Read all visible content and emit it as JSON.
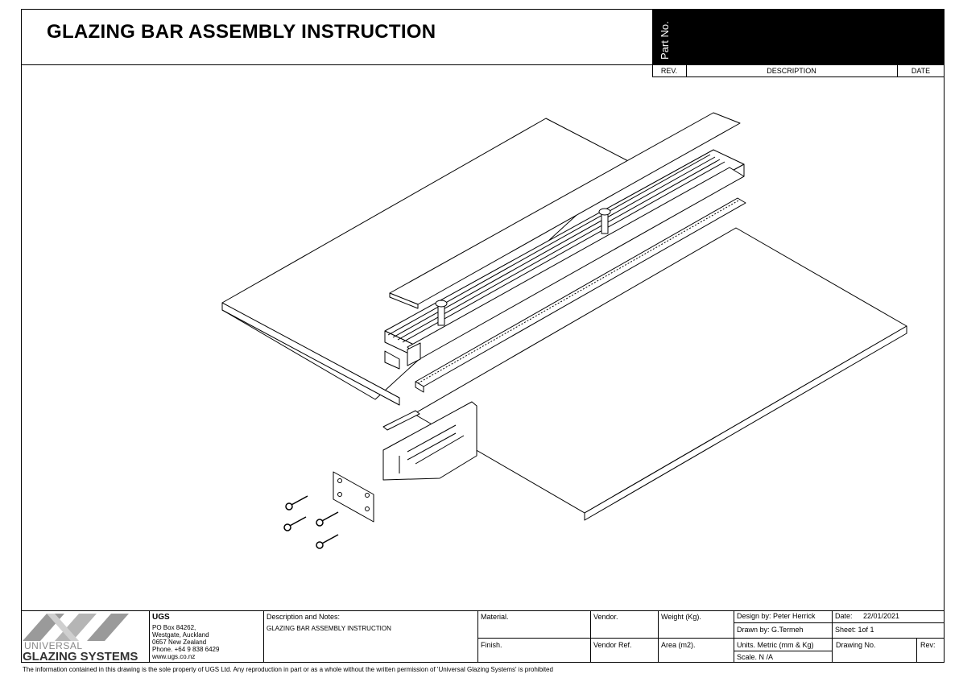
{
  "title": "GLAZING BAR ASSEMBLY INSTRUCTION",
  "part_no_label": "Part No.",
  "rev_table": {
    "rev": "REV.",
    "description": "DESCRIPTION",
    "date": "DATE"
  },
  "company": {
    "name": "UGS",
    "address1": "PO Box 84262,",
    "address2": "Westgate,  Auckland",
    "address3": "0657  New Zealand",
    "phone": "Phone.  +64 9 838 6429",
    "web": "www.ugs.co.nz",
    "logo_line1": "UNIVERSAL",
    "logo_line2": "GLAZING SYSTEMS"
  },
  "notes": {
    "label": "Description and Notes:",
    "text": "GLAZING BAR ASSEMBLY INSTRUCTION"
  },
  "fields": {
    "material": "Material.",
    "vendor": "Vendor.",
    "weight": "Weight (Kg).",
    "finish": "Finish.",
    "vendor_ref": "Vendor Ref.",
    "area": "Area (m2).",
    "design_by": "Design by: Peter Herrick",
    "drawn_by": "Drawn by: G.Termeh",
    "units": "Units.   Metric (mm & Kg)",
    "scale": "Scale.   N /A",
    "date_label": "Date:",
    "date_value": "22/01/2021",
    "sheet": "Sheet:   1of 1",
    "drawing_no": "Drawing No.",
    "rev": "Rev:"
  },
  "footer": "The information contained in this drawing is the sole property of UGS Ltd.  Any reproduction in part or as a whole without the written permission of 'Universal Glazing Systems' is prohibited"
}
